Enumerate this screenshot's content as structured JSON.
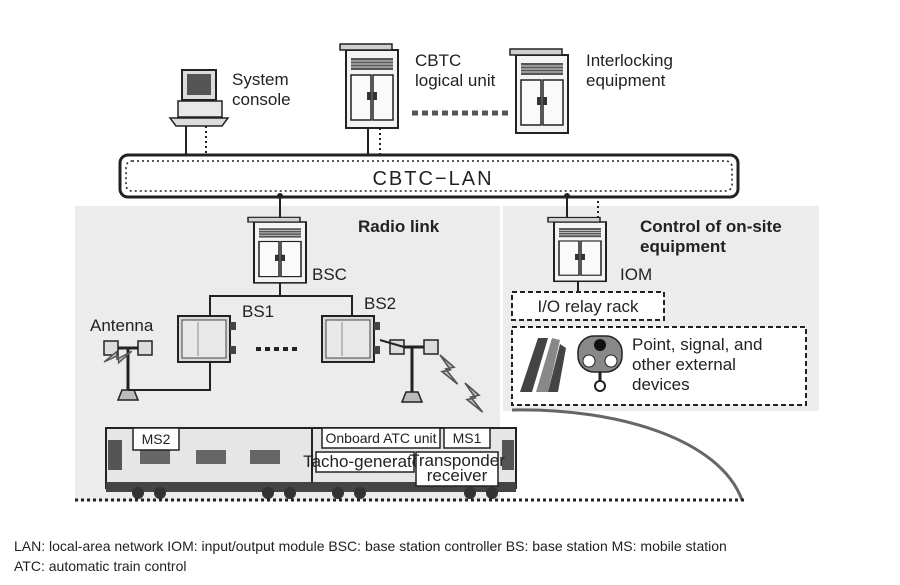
{
  "labels": {
    "system_console_line1": "System",
    "system_console_line2": "console",
    "cbtc_logical_line1": "CBTC",
    "cbtc_logical_line2": "logical unit",
    "interlocking_line1": "Interlocking",
    "interlocking_line2": "equipment",
    "cbtc_lan": "CBTC−LAN",
    "radio_link": "Radio link",
    "control_line1": "Control of on-site",
    "control_line2": "equipment",
    "bsc": "BSC",
    "iom": "IOM",
    "bs1": "BS1",
    "bs2": "BS2",
    "antenna": "Antenna",
    "io_relay_rack": "I/O relay rack",
    "devices_line1": "Point, signal, and",
    "devices_line2": "other external",
    "devices_line3": "devices",
    "ms2": "MS2",
    "ms1": "MS1",
    "onboard_atc": "Onboard ATC unit",
    "tacho": "Tacho-generator",
    "transponder_line1": "Transponder",
    "transponder_line2": "receiver"
  },
  "legend": {
    "line1": "LAN: local-area network   IOM: input/output module   BSC: base station controller   BS: base station   MS: mobile station",
    "line2": "ATC: automatic train control"
  },
  "colors": {
    "panel": "#ececec",
    "stroke": "#222222",
    "equipment_fill": "#f2f2f2",
    "dark": "#333333"
  },
  "icons": [
    "desktop-computer-icon",
    "server-cabinet-icon",
    "base-station-icon",
    "antenna-icon",
    "railway-point-icon",
    "signal-light-icon",
    "train-icon",
    "radio-wave-icon"
  ]
}
